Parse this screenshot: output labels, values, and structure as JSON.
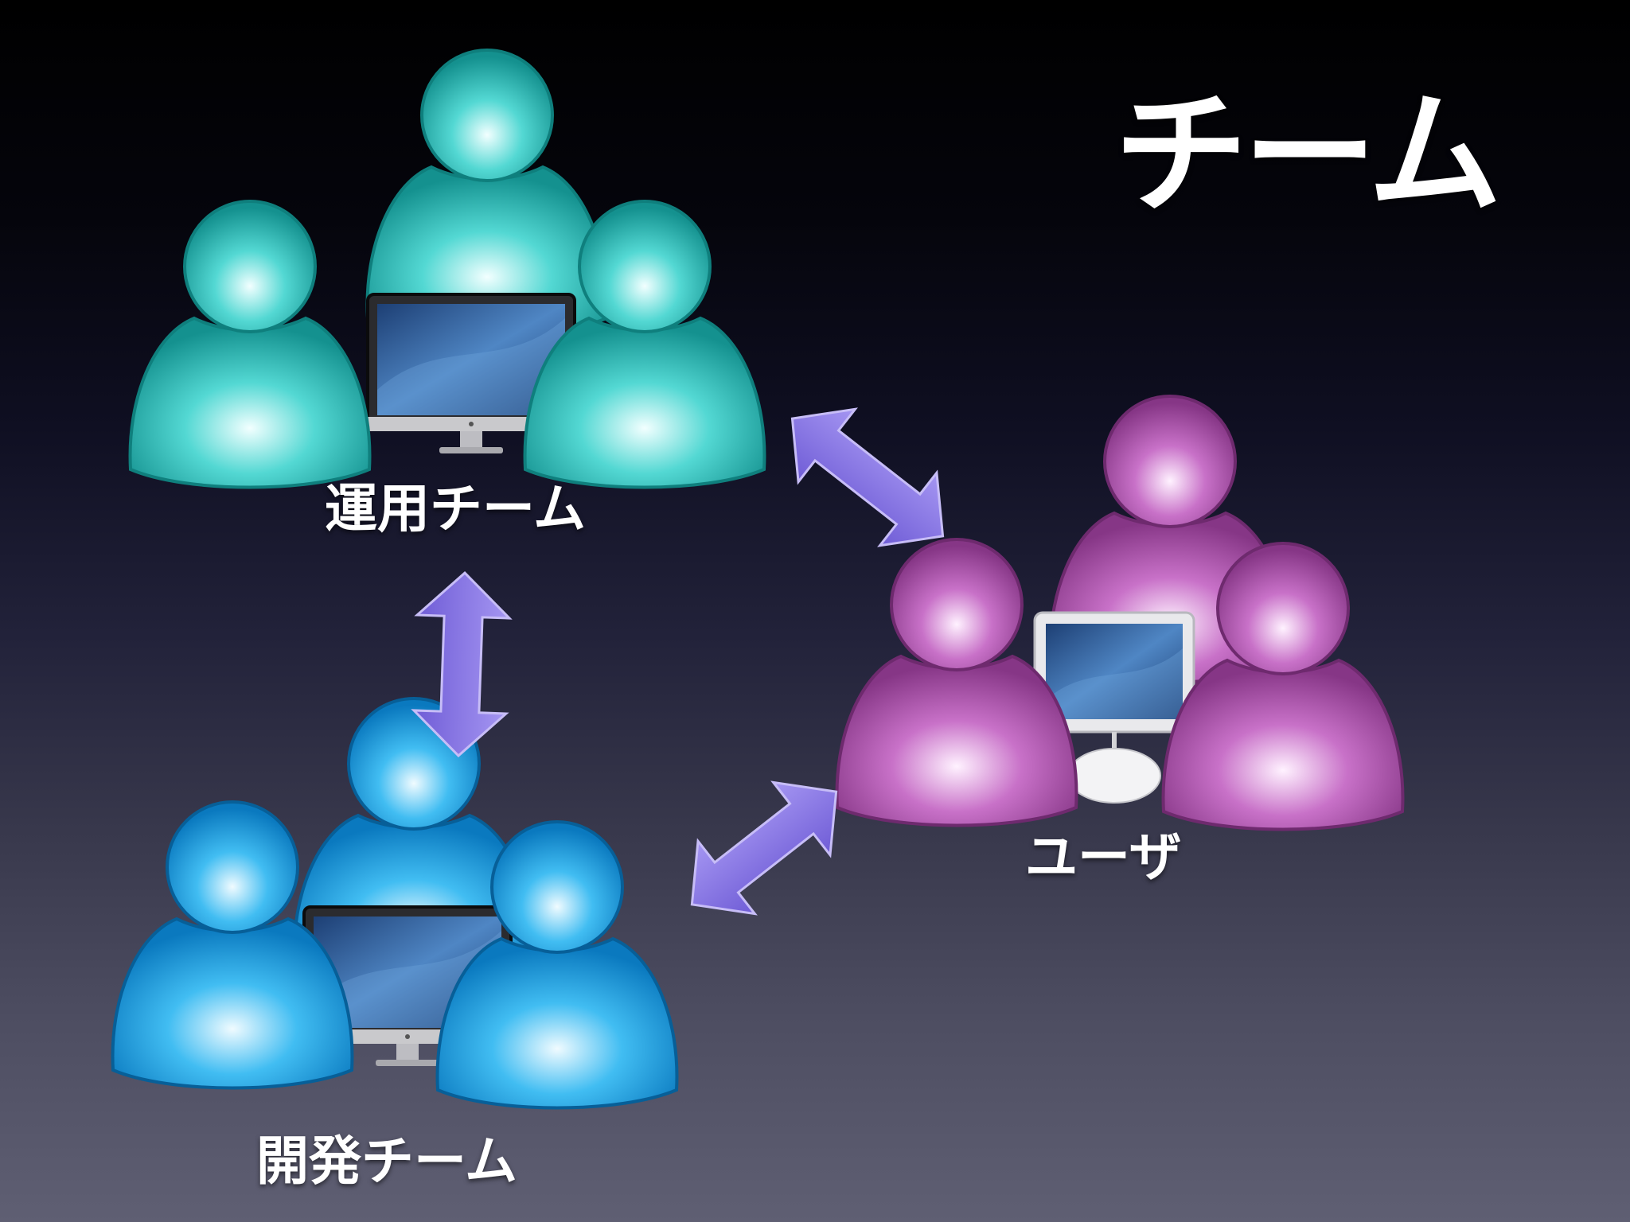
{
  "slide": {
    "title": "チーム"
  },
  "groups": {
    "ops": {
      "label": "運用チーム",
      "color": "#2cc7c4",
      "icon": "people-group-icon"
    },
    "dev": {
      "label": "開発チーム",
      "color": "#2aa8ea",
      "icon": "people-group-icon"
    },
    "user": {
      "label": "ユーザ",
      "color": "#b455b4",
      "icon": "people-group-icon"
    }
  },
  "arrows": {
    "color": "#8c7ae6",
    "links": [
      "ops-user",
      "ops-dev",
      "dev-user"
    ]
  }
}
